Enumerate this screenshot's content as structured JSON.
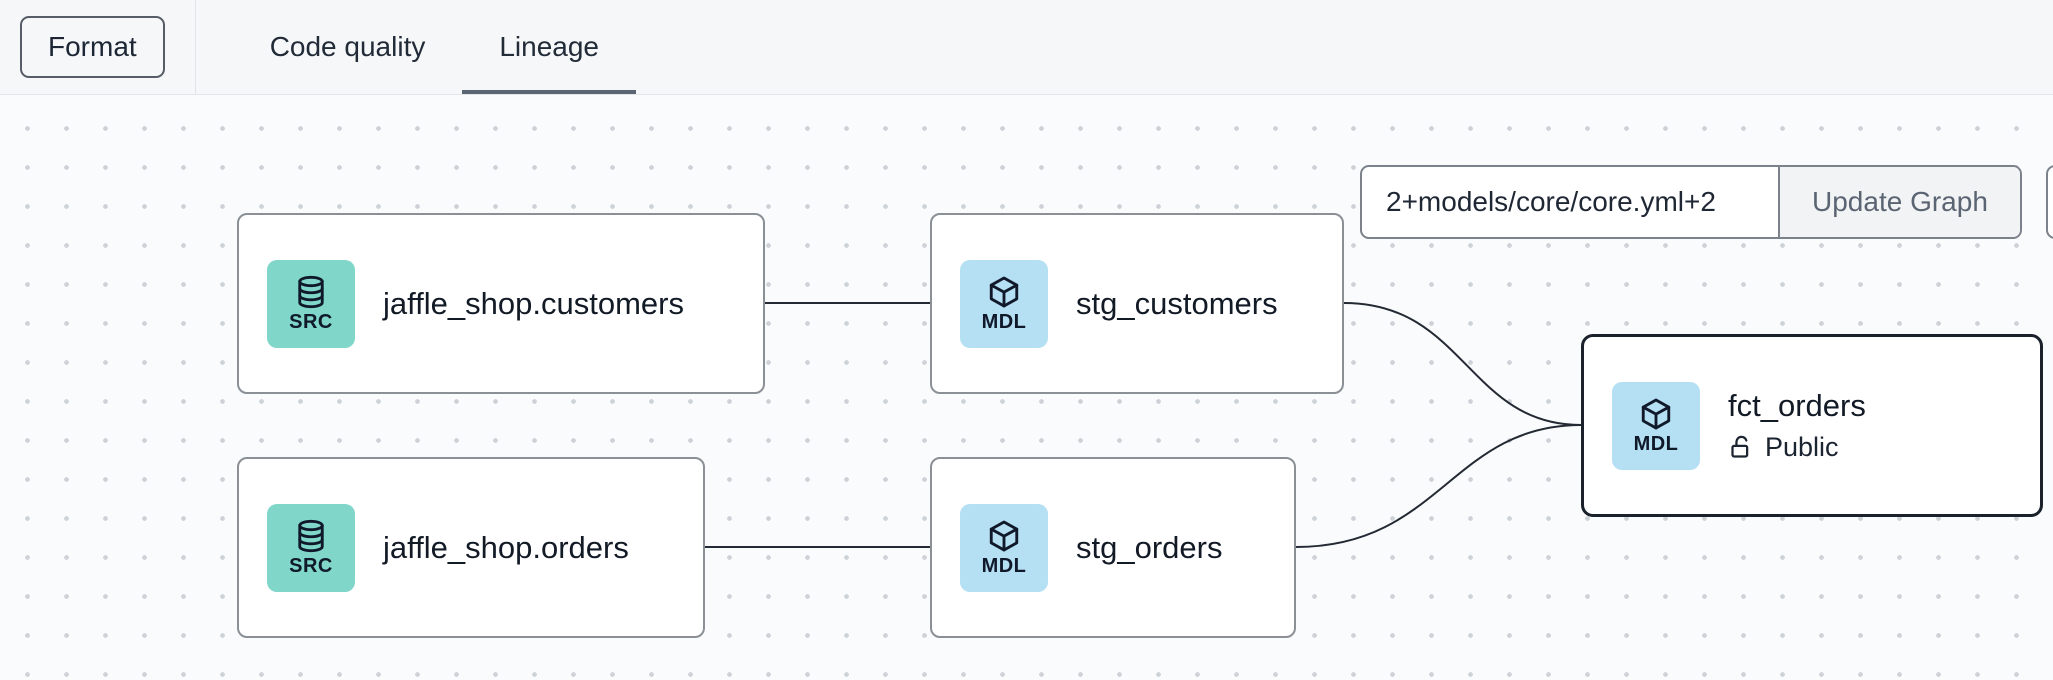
{
  "toolbar": {
    "format_label": "Format",
    "tabs": [
      {
        "label": "Code quality",
        "active": false
      },
      {
        "label": "Lineage",
        "active": true
      }
    ],
    "active_tab": "Lineage"
  },
  "graph_controls": {
    "selector_value": "2+models/core/core.yml+2",
    "update_button_label": "Update Graph"
  },
  "canvas": {
    "nodes": [
      {
        "label": "jaffle_shop.customers",
        "type": "SRC",
        "kind": "source",
        "selected": false
      },
      {
        "label": "stg_customers",
        "type": "MDL",
        "kind": "model",
        "selected": false
      },
      {
        "label": "jaffle_shop.orders",
        "type": "SRC",
        "kind": "source",
        "selected": false
      },
      {
        "label": "stg_orders",
        "type": "MDL",
        "kind": "model",
        "selected": false
      },
      {
        "label": "fct_orders",
        "type": "MDL",
        "kind": "model",
        "access": "Public",
        "selected": true
      }
    ],
    "edges": [
      {
        "from": "jaffle_shop.customers",
        "to": "stg_customers"
      },
      {
        "from": "jaffle_shop.orders",
        "to": "stg_orders"
      },
      {
        "from": "stg_customers",
        "to": "fct_orders"
      },
      {
        "from": "stg_orders",
        "to": "fct_orders"
      }
    ]
  },
  "colors": {
    "source_badge_bg": "#7fd6c9",
    "model_badge_bg": "#b5dff2",
    "selected_node_border": "#1b212b",
    "edge": "#232a33",
    "tab_underline": "#5c6573"
  }
}
